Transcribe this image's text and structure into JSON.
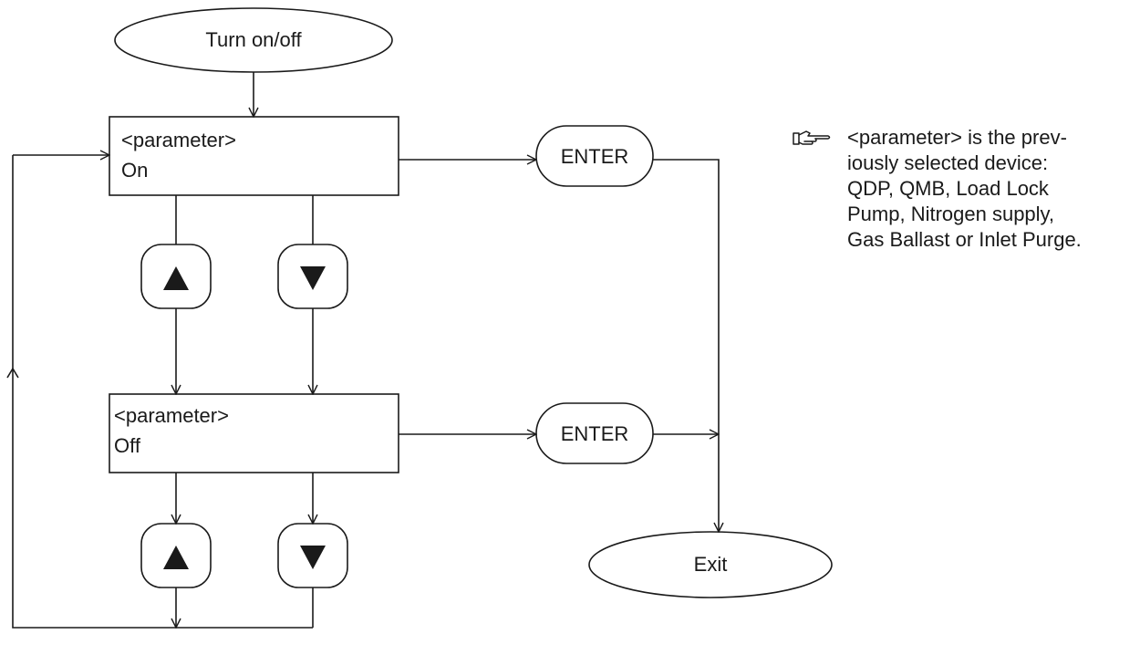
{
  "start_label": "Turn on/off",
  "state_on": {
    "line1": "<parameter>",
    "line2": "On"
  },
  "state_off": {
    "line1": "<parameter>",
    "line2": "Off"
  },
  "enter_on_label": "ENTER",
  "enter_off_label": "ENTER",
  "exit_label": "Exit",
  "note": {
    "icon": "pointing-hand-icon",
    "lines": [
      "<parameter> is the prev-",
      "iously selected device:",
      "QDP, QMB, Load Lock",
      "Pump, Nitrogen supply,",
      "Gas Ballast or Inlet Purge."
    ]
  },
  "arrow_key_icons": [
    "up-triangle-icon",
    "down-triangle-icon"
  ]
}
